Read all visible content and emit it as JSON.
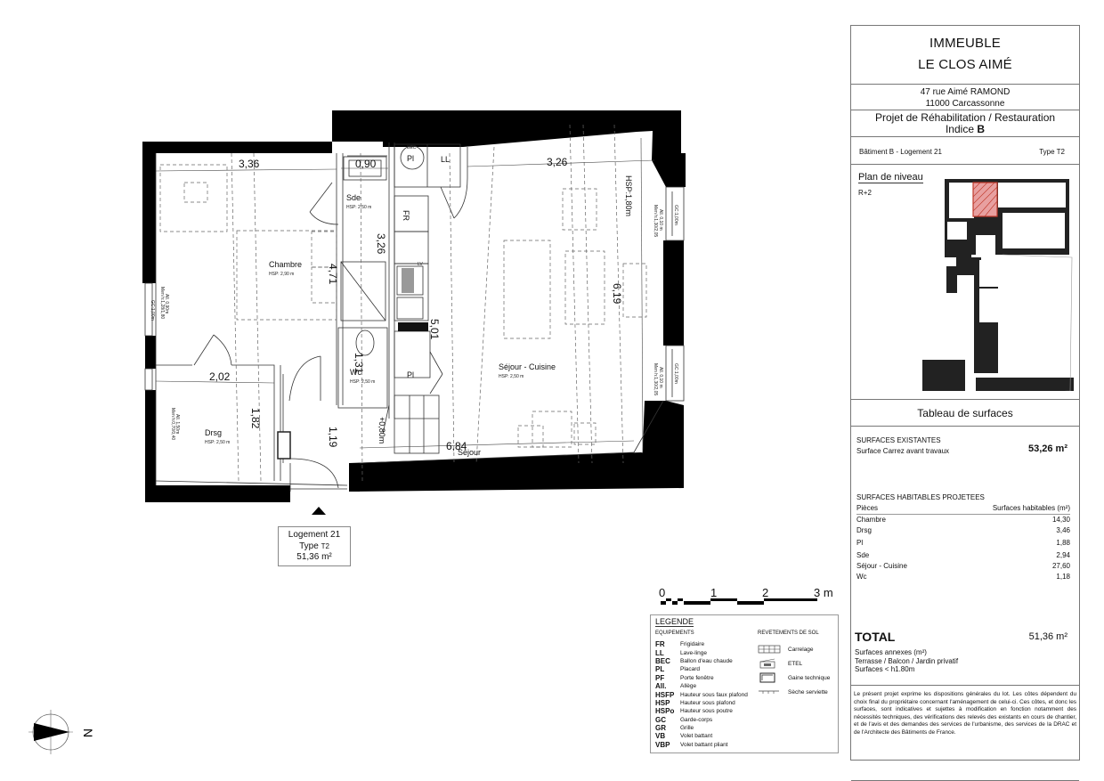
{
  "cartouche": {
    "building_line1": "IMMEUBLE",
    "building_line2": "LE CLOS AIMÉ",
    "address_line1": "47 rue Aimé RAMOND",
    "address_line2": "11000 Carcassonne",
    "project": "Projet de Réhabilitation / Restauration",
    "index_label": "Indice",
    "index_value": "B",
    "lot": "Bâtiment B - Logement 21",
    "type": "Type T2",
    "level_plan_title": "Plan de niveau",
    "level": "R+2",
    "highlight_color": "#c0392b"
  },
  "surfaces": {
    "title": "Tableau de surfaces",
    "existing_header": "SURFACES EXISTANTES",
    "existing_label": "Surface Carrez avant travaux",
    "existing_value": "53,26 m²",
    "projected_header": "SURFACES HABITABLES PROJETEES",
    "col_rooms": "Pièces",
    "col_areas": "Surfaces habitables (m²)",
    "rows": [
      {
        "room": "Chambre",
        "area": "14,30"
      },
      {
        "room": "Drsg",
        "area": "3,46"
      },
      {
        "room": "Pl",
        "area": "1,88"
      },
      {
        "room": "Sde",
        "area": "2,94"
      },
      {
        "room": "Séjour - Cuisine",
        "area": "27,60"
      },
      {
        "room": "Wc",
        "area": "1,18"
      }
    ],
    "total_label": "TOTAL",
    "total_value": "51,36 m²",
    "annex_line1": "Surfaces annexes (m²)",
    "annex_line2": "Terrasse / Balcon / Jardin privatif",
    "annex_line3": "Surfaces < h1.80m",
    "disclaimer": "Le présent projet exprime les dispositions générales du lot. Les côtes dépendent du choix final du propriétaire concernant l'aménagement de celui-ci. Ces côtes, et donc les surfaces, sont indicatives et sujettes à modification en fonction notamment des nécessités techniques, des vérifications des relevés des existants en cours de chantier, et de l'avis et des demandes des services de l'urbanisme, des services de la DRAC et de l'Architecte des Bâtiments de France."
  },
  "plan": {
    "rooms": [
      {
        "name": "Chambre",
        "hsp": "HSP: 2,90 m"
      },
      {
        "name": "Sde",
        "hsp": "HSP: 2,50 m"
      },
      {
        "name": "Wc",
        "hsp": "HSP: 2,50 m"
      },
      {
        "name": "Drsg",
        "hsp": "HSP: 2,50 m"
      },
      {
        "name": "Séjour - Cuisine",
        "hsp": "HSP: 2,50 m"
      },
      {
        "name": "Pl",
        "hsp": ""
      }
    ],
    "equipment": {
      "pl_top": "Pl",
      "ll": "LL",
      "fr": "FR",
      "lv": "LV",
      "bec": "BEC"
    },
    "dimensions": {
      "d336": "3,36",
      "d090": "0,90",
      "d326a": "3,26",
      "d326b": "3,26",
      "d471": "4,71",
      "d501": "5,01",
      "d619": "6,19",
      "d202": "2,02",
      "d182": "1,82",
      "d131": "1,31",
      "d119": "1,19",
      "d684": "6,84",
      "hsp180": "HSP:1,80m",
      "plus080": "+0,80m",
      "sejour_label": "Séjour"
    },
    "windows": {
      "w_left_top": "GC:1,00m",
      "w_left_top_b": "All. 0,90m",
      "w_left_top_c": "Men h:1,28/1,80",
      "w_left_bot_b": "All. 1,50m",
      "w_left_bot_c": "Men h:0,70/0,40",
      "w_right_a": "GC:1,00m",
      "w_right_b": "All. 0,10 m",
      "w_right_c": "Men h:1,30/2,05"
    }
  },
  "unit_box": {
    "line1": "Logement 21",
    "type_label": "Type",
    "type_value": "T2",
    "area": "51,36 m²"
  },
  "scale": {
    "t0": "0",
    "t1": "1",
    "t2": "2",
    "t3": "3 m"
  },
  "north": {
    "label": "N"
  },
  "legend": {
    "title": "LEGENDE",
    "equip_header": "EQUIPEMENTS",
    "floor_header": "REVETEMENTS DE SOL",
    "items": [
      {
        "abbr": "FR",
        "desc": "Frigidaire"
      },
      {
        "abbr": "LL",
        "desc": "Lave-linge"
      },
      {
        "abbr": "BEC",
        "desc": "Ballon d'eau chaude"
      },
      {
        "abbr": "PL",
        "desc": "Placard"
      },
      {
        "abbr": "PF",
        "desc": "Porte fenêtre"
      },
      {
        "abbr": "All.",
        "desc": "Allège"
      },
      {
        "abbr": "HSFP",
        "desc": "Hauteur sous faux plafond"
      },
      {
        "abbr": "HSP",
        "desc": "Hauteur sous plafond"
      },
      {
        "abbr": "HSPo",
        "desc": "Hauteur sous poutre"
      },
      {
        "abbr": "GC",
        "desc": "Garde-corps"
      },
      {
        "abbr": "GR",
        "desc": "Grille"
      },
      {
        "abbr": "VB",
        "desc": "Volet battant"
      },
      {
        "abbr": "VBP",
        "desc": "Volet battant pliant"
      }
    ],
    "floors": [
      {
        "label": "Carrelage"
      },
      {
        "label": "ETEL"
      },
      {
        "label": "Gaine technique"
      },
      {
        "label": "Sèche serviette"
      }
    ]
  }
}
